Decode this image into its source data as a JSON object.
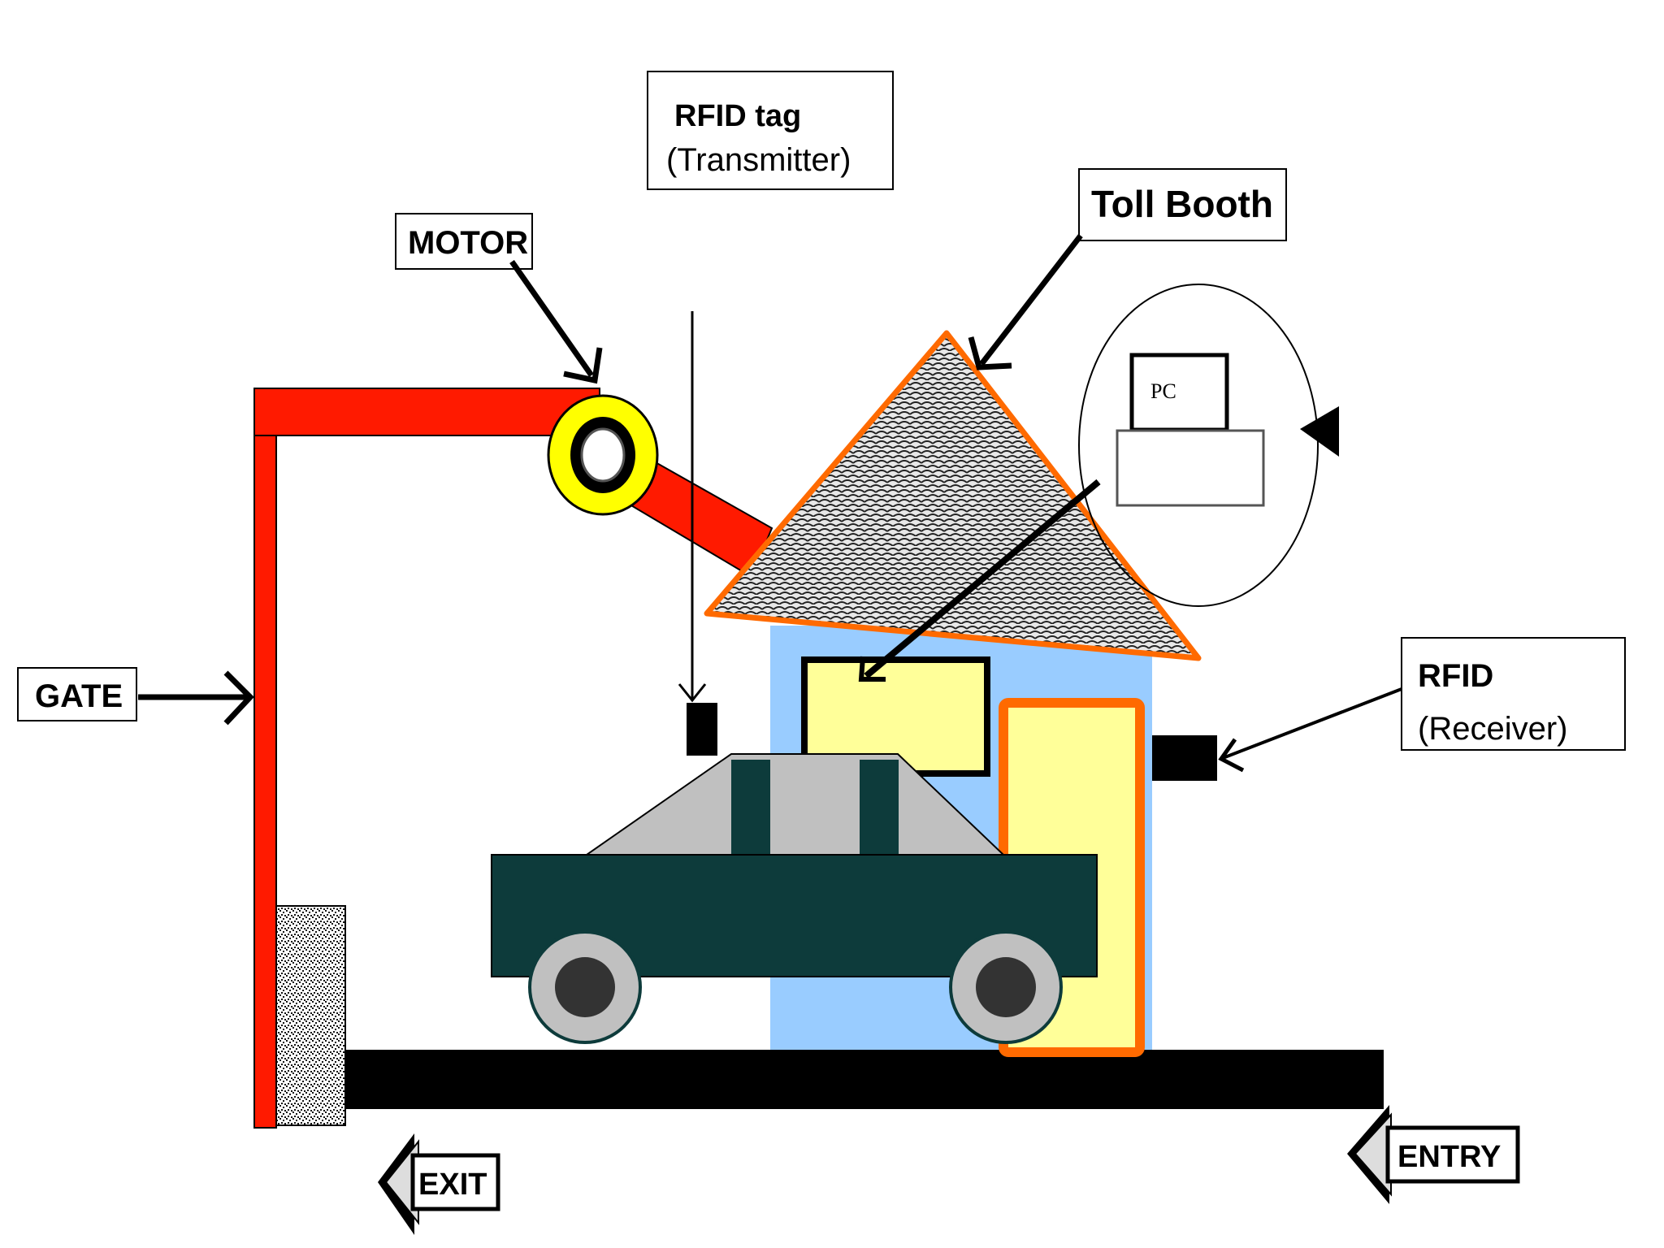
{
  "labels": {
    "rfid_tag_line1": "RFID tag",
    "rfid_tag_line2": "(Transmitter)",
    "toll_booth": "Toll Booth",
    "motor": "MOTOR",
    "pc": "PC",
    "gate": "GATE",
    "rfid_receiver_line1": "RFID",
    "rfid_receiver_line2": "(Receiver)",
    "exit": "EXIT",
    "entry": "ENTRY"
  },
  "colors": {
    "gate_red": "#ff1a00",
    "motor_yellow": "#ffff00",
    "roof_orange": "#ff6a00",
    "booth_blue": "#99ccff",
    "window_yellow": "#ffff99",
    "car_green": "#0d3b3b",
    "car_glass": "#c0c0c0",
    "road_black": "#000000"
  }
}
